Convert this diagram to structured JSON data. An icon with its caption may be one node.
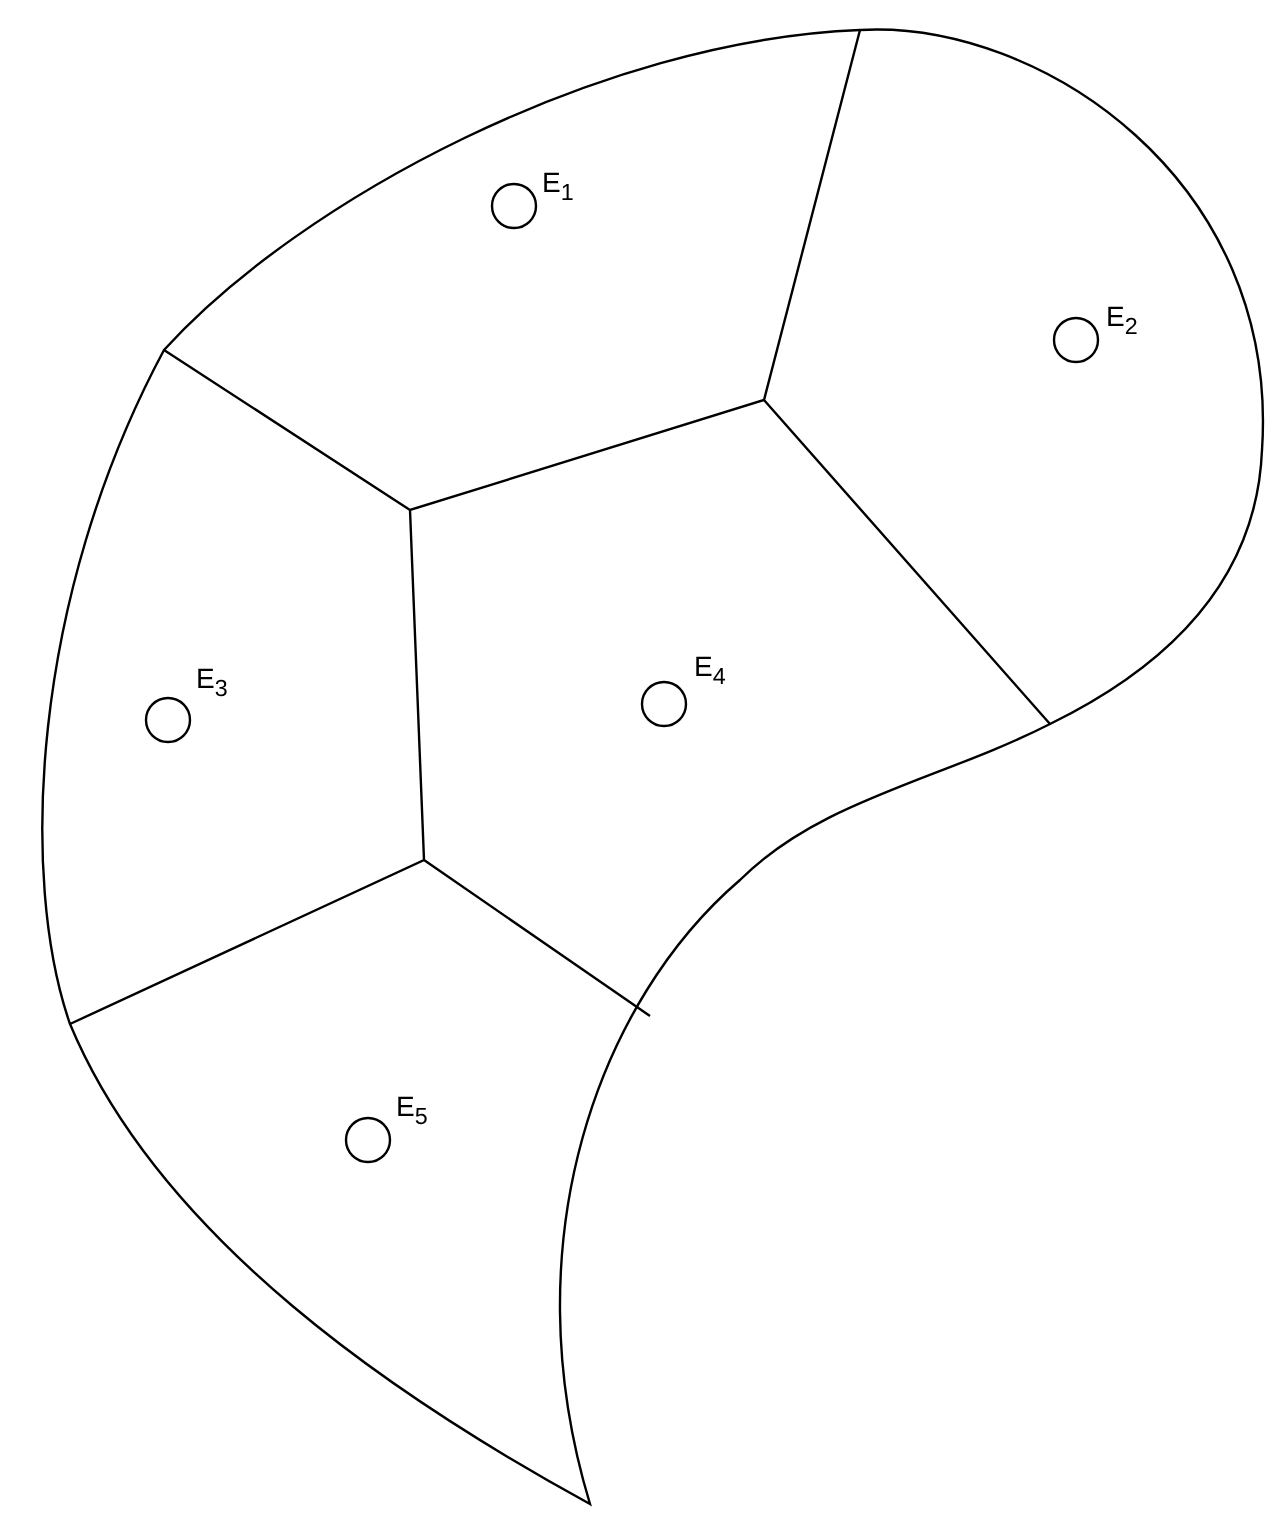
{
  "diagram": {
    "nodes": [
      {
        "text": [
          "E$_{1}$"
        ]
      },
      {
        "text": [
          "E$_{2}$"
        ]
      },
      {
        "text": [
          "E$_{3}$"
        ]
      },
      {
        "text": [
          "E$_{4}$"
        ]
      },
      {
        "text": [
          "E$_{5}$"
        ]
      }
    ],
    "edges": []
  }
}
